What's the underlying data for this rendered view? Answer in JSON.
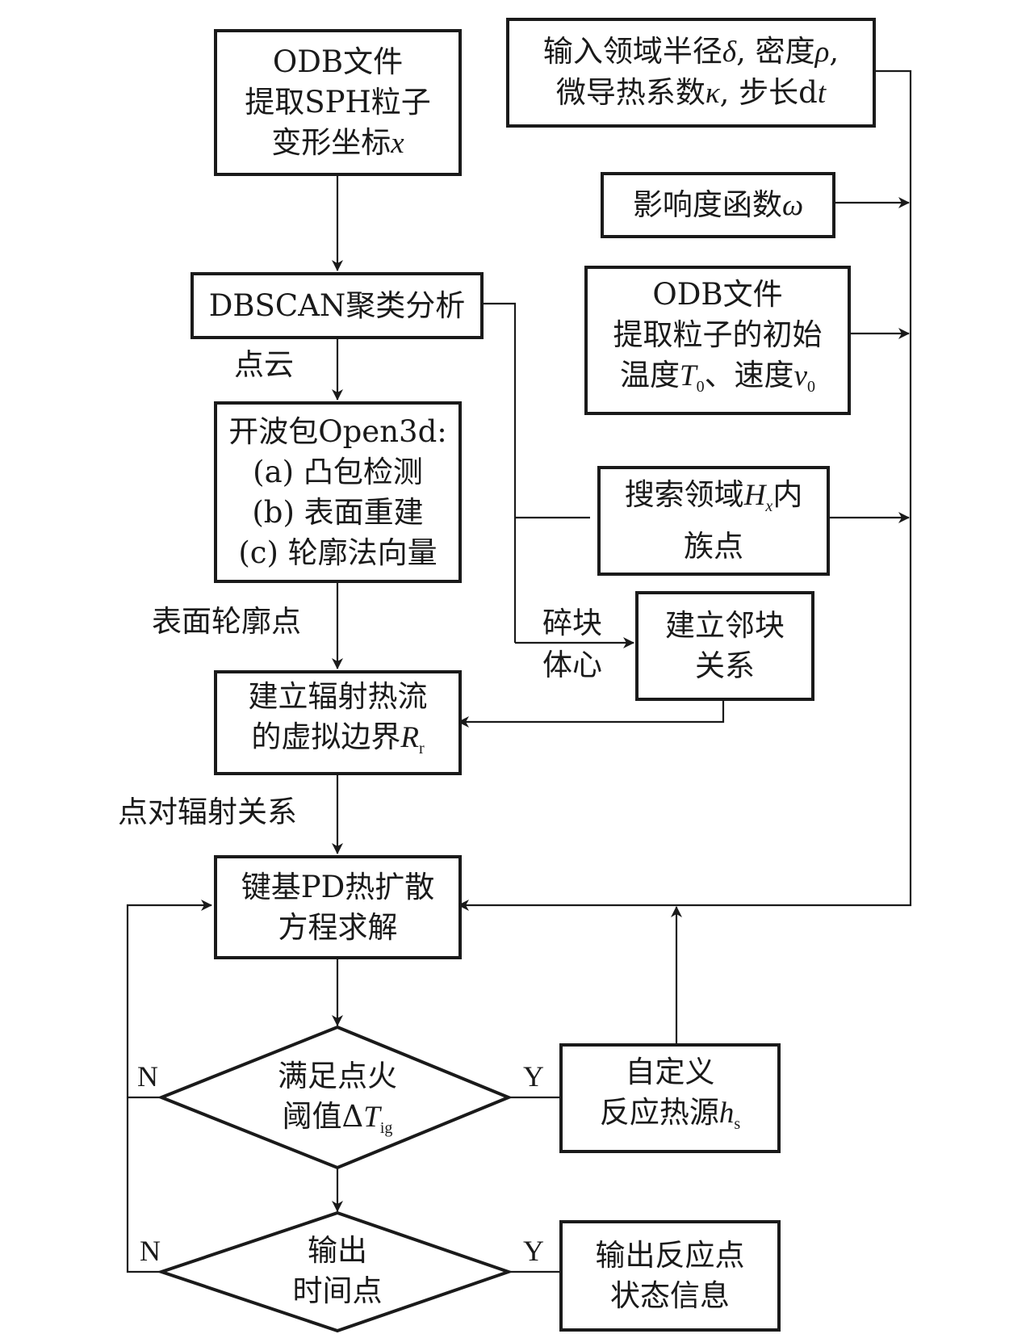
{
  "diagram": {
    "type": "flowchart",
    "language": "zh",
    "nodes": {
      "odb_deform": {
        "lines": [
          "ODB文件",
          "提取SPH粒子",
          "变形坐标"
        ],
        "var": "x"
      },
      "inputs": {
        "line1_a": "输入领域半径",
        "sym_delta": "δ",
        "line1_b": ", 密度",
        "sym_rho": "ρ",
        "line1_c": ",",
        "line2_a": "微导热系数",
        "sym_kappa": "κ",
        "line2_b": ", 步长d",
        "sym_t": "t"
      },
      "influence": {
        "text": "影响度函数",
        "sym": "ω"
      },
      "odb_init": {
        "line1": "ODB文件",
        "line2": "提取粒子的初始",
        "line3_a": "温度",
        "sym_T": "T",
        "sub_T": "0",
        "line3_b": "、速度",
        "sym_v": "v",
        "sub_v": "0"
      },
      "dbscan": {
        "text": "DBSCAN聚类分析"
      },
      "open3d": {
        "lines": [
          "开波包Open3d:",
          "(a) 凸包检测",
          "(b) 表面重建",
          "(c) 轮廓法向量"
        ]
      },
      "search": {
        "line1_a": "搜索领域",
        "sym_H": "H",
        "sub_H": "x",
        "line1_b": "内",
        "line2": "族点"
      },
      "adjacent": {
        "lines": [
          "建立邻块",
          "关系"
        ]
      },
      "radiation": {
        "line1": "建立辐射热流",
        "line2_a": "的虚拟边界",
        "sym_R": "R",
        "sub_R": "r"
      },
      "pd_solve": {
        "lines": [
          "键基PD热扩散",
          "方程求解"
        ]
      },
      "ignition": {
        "line1": "满足点火",
        "line2_a": "阈值Δ",
        "sym_T": "T",
        "sub_T": "ig"
      },
      "heat_source": {
        "line1": "自定义",
        "line2_a": "反应热源",
        "sym_h": "h",
        "sub_h": "s"
      },
      "output_time": {
        "lines": [
          "输出",
          "时间点"
        ]
      },
      "output_state": {
        "lines": [
          "输出反应点",
          "状态信息"
        ]
      }
    },
    "edge_labels": {
      "point_cloud": "点云",
      "surface_points": "表面轮廓点",
      "fragment_centroid": [
        "碎块",
        "体心"
      ],
      "point_radiation": "点对辐射关系",
      "yes": "Y",
      "no": "N"
    }
  }
}
